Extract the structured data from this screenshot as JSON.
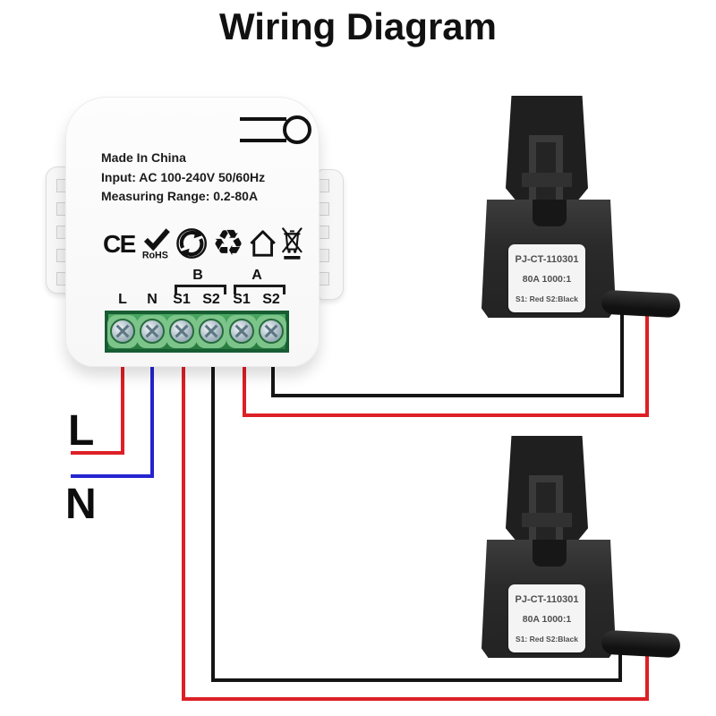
{
  "title": "Wiring Diagram",
  "device": {
    "made_in": "Made In China",
    "input": "Input: AC 100-240V 50/60Hz",
    "range": "Measuring Range: 0.2-80A",
    "ce_label": "CE",
    "rohs_label": "RoHS",
    "recycle_glyph": "♻",
    "group_b": "B",
    "group_a": "A",
    "terminals": [
      "L",
      "N",
      "S1",
      "S2",
      "S1",
      "S2"
    ]
  },
  "wire_labels": {
    "live": "L",
    "neutral": "N"
  },
  "cts": [
    {
      "model": "PJ-CT-110301",
      "rating": "80A 1000:1",
      "leads": "S1: Red  S2:Black"
    },
    {
      "model": "PJ-CT-110301",
      "rating": "80A 1000:1",
      "leads": "S1: Red  S2:Black"
    }
  ],
  "colors": {
    "live_wire": "#dd1f26",
    "neutral_wire": "#2424cf",
    "ct_signal_wire": "#151515",
    "terminal_block_green": "#2f8c4a",
    "ct_body": "#2a2a2a"
  },
  "icons": [
    "keyhole-slot",
    "ce-mark",
    "rohs-check",
    "green-dot",
    "recycle",
    "indoor-use-house",
    "weee-crossed-bin"
  ]
}
